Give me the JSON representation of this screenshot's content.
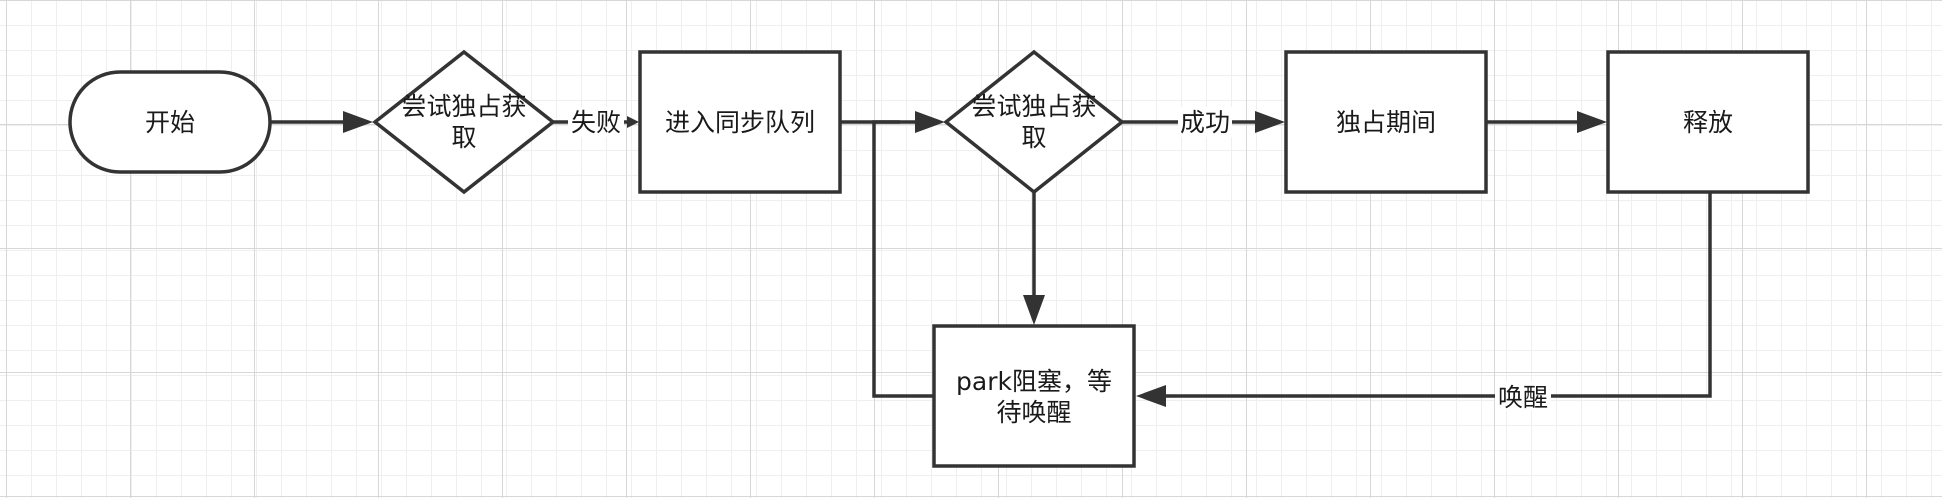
{
  "nodes": {
    "start": "开始",
    "try_acquire_1": {
      "line1": "尝试独占获",
      "line2": "取"
    },
    "enter_queue": "进入同步队列",
    "try_acquire_2": {
      "line1": "尝试独占获",
      "line2": "取"
    },
    "exclusive_period": "独占期间",
    "release": "释放",
    "park": {
      "line1": "park阻塞，等",
      "line2": "待唤醒"
    }
  },
  "edges": {
    "fail": "失败",
    "success": "成功",
    "wake": "唤醒"
  },
  "colors": {
    "stroke": "#333333",
    "text": "#1a1a1a",
    "grid_major": "#d7d7d7",
    "grid_minor": "#efefef"
  }
}
